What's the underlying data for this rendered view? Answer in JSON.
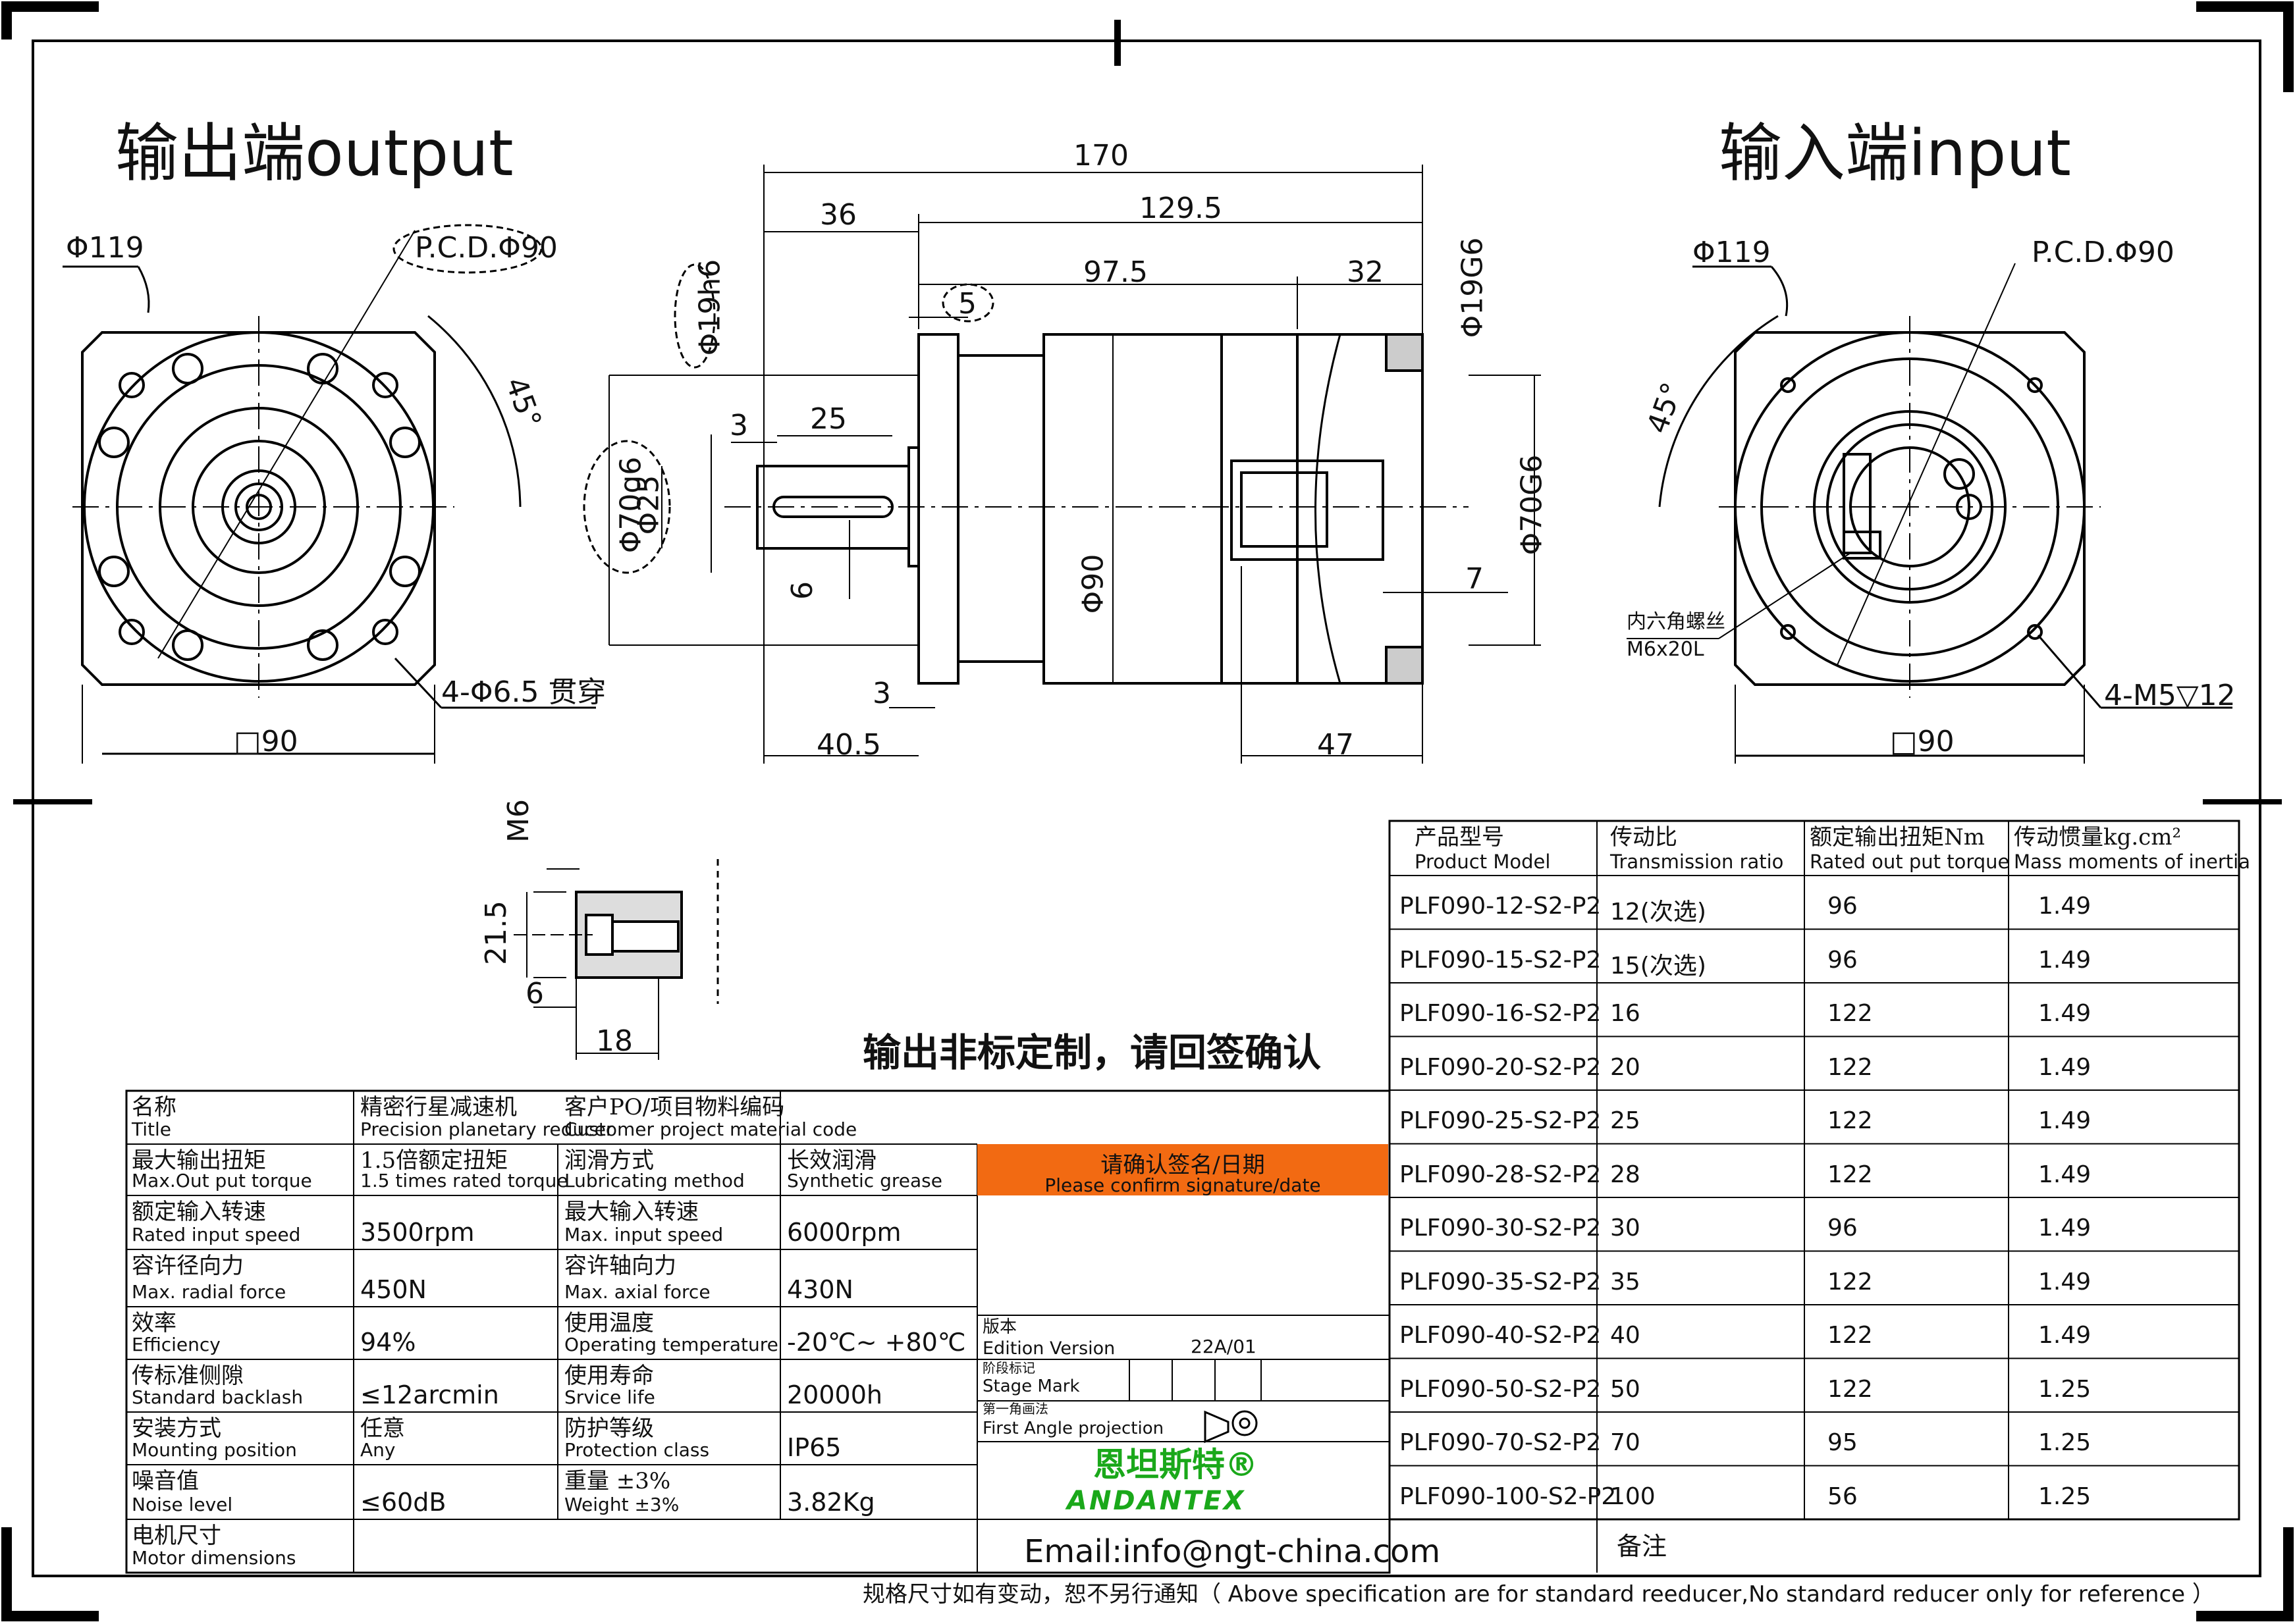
{
  "headings": {
    "output": "输出端output",
    "input": "输入端input",
    "custom_note": "输出非标定制，请回签确认",
    "footer_note": "规格尺寸如有变动，恕不另行通知（ Above specification are for standard reeducer,No standard reducer only for reference ）"
  },
  "dims": {
    "d119_left": "Φ119",
    "pcd_left": "P.C.D.Φ90",
    "angle_left": "45°",
    "holes_left": "4-Φ6.5 贯穿",
    "sq_left": "□90",
    "len_170": "170",
    "len_129_5": "129.5",
    "len_36": "36",
    "len_97_5": "97.5",
    "len_32": "32",
    "len_5": "5",
    "d19h6": "Φ19h6",
    "d19g6": "Φ19G6",
    "d70g6_left": "Φ70g6",
    "d25": "Φ25",
    "d90": "Φ90",
    "d70g6_right": "Φ70G6",
    "len_3_top": "3",
    "len_25": "25",
    "len_6": "6",
    "len_7": "7",
    "len_3_bottom": "3",
    "len_40_5": "40.5",
    "len_47": "47",
    "d119_right": "Φ119",
    "pcd_right": "P.C.D.Φ90",
    "angle_right": "45°",
    "screw_cn": "内六角螺丝",
    "screw_en": "M6x20L",
    "holes_right": "4-M5▽12",
    "sq_right": "□90",
    "m6": "M6",
    "len_21_5": "21.5",
    "len_6_detail": "6",
    "len_18": "18"
  },
  "spec_table": {
    "rows": [
      {
        "zh": "名称",
        "en": "Title",
        "v1_zh": "精密行星减速机",
        "v1_en": "Precision planetary reducer",
        "k2_zh": "客户PO/项目物料编码",
        "k2_en": "Customer project material code",
        "v2": ""
      },
      {
        "zh": "最大输出扭矩",
        "en": "Max.Out put torque",
        "v1_zh": "1.5倍额定扭矩",
        "v1_en": "1.5 times rated torque",
        "k2_zh": "润滑方式",
        "k2_en": "Lubricating method",
        "v2_zh": "长效润滑",
        "v2_en": "Synthetic grease"
      },
      {
        "zh": "额定输入转速",
        "en": "Rated input speed",
        "v1": "3500rpm",
        "k2_zh": "最大输入转速",
        "k2_en": "Max. input speed",
        "v2": "6000rpm"
      },
      {
        "zh": "容许径向力",
        "en": "Max. radial force",
        "v1": "450N",
        "k2_zh": "容许轴向力",
        "k2_en": "Max. axial force",
        "v2": "430N"
      },
      {
        "zh": "效率",
        "en": "Efficiency",
        "v1": "94%",
        "k2_zh": "使用温度",
        "k2_en": "Operating temperature",
        "v2": "-20℃~ +80℃"
      },
      {
        "zh": "传标准侧隙",
        "en": "Standard backlash",
        "v1": "≤12arcmin",
        "k2_zh": "使用寿命",
        "k2_en": "Srvice life",
        "v2": "20000h"
      },
      {
        "zh": "安装方式",
        "en": "Mounting position",
        "v1_zh": "任意",
        "v1_en": "Any",
        "k2_zh": "防护等级",
        "k2_en": "Protection class",
        "v2": "IP65"
      },
      {
        "zh": "噪音值",
        "en": "Noise level",
        "v1": "≤60dB",
        "k2_zh": "重量 ±3%",
        "k2_en": "Weight ±3%",
        "v2": "3.82Kg"
      },
      {
        "zh": "电机尺寸",
        "en": "Motor dimensions"
      }
    ]
  },
  "confirm_box": {
    "zh": "请确认签名/日期",
    "en": "Please confirm signature/date",
    "version_zh": "版本",
    "version_en": "Edition Version",
    "version_value": "22A/01",
    "stage_zh": "阶段标记",
    "stage_en": "Stage Mark",
    "projection_zh": "第一角画法",
    "projection_en": "First Angle projection",
    "brand_cn": "恩坦斯特®",
    "brand_en": "ANDANTEX",
    "email": "Email:info@ngt-china.com",
    "remarks": "备注"
  },
  "model_table": {
    "headers": [
      {
        "zh": "产品型号",
        "en": "Product Model"
      },
      {
        "zh": "传动比",
        "en": "Transmission ratio"
      },
      {
        "zh": "额定输出扭矩Nm",
        "en": "Rated out put torque"
      },
      {
        "zh": "传动惯量kg.cm²",
        "en": "Mass moments of inertia"
      }
    ],
    "rows": [
      {
        "model": "PLF090-12-S2-P2",
        "ratio": "12(次选)",
        "torque": "96",
        "inertia": "1.49"
      },
      {
        "model": "PLF090-15-S2-P2",
        "ratio": "15(次选)",
        "torque": "96",
        "inertia": "1.49"
      },
      {
        "model": "PLF090-16-S2-P2",
        "ratio": "16",
        "torque": "122",
        "inertia": "1.49"
      },
      {
        "model": "PLF090-20-S2-P2",
        "ratio": "20",
        "torque": "122",
        "inertia": "1.49"
      },
      {
        "model": "PLF090-25-S2-P2",
        "ratio": "25",
        "torque": "122",
        "inertia": "1.49"
      },
      {
        "model": "PLF090-28-S2-P2",
        "ratio": "28",
        "torque": "122",
        "inertia": "1.49"
      },
      {
        "model": "PLF090-30-S2-P2",
        "ratio": "30",
        "torque": "96",
        "inertia": "1.49"
      },
      {
        "model": "PLF090-35-S2-P2",
        "ratio": "35",
        "torque": "122",
        "inertia": "1.49"
      },
      {
        "model": "PLF090-40-S2-P2",
        "ratio": "40",
        "torque": "122",
        "inertia": "1.49"
      },
      {
        "model": "PLF090-50-S2-P2",
        "ratio": "50",
        "torque": "122",
        "inertia": "1.25"
      },
      {
        "model": "PLF090-70-S2-P2",
        "ratio": "70",
        "torque": "95",
        "inertia": "1.25"
      },
      {
        "model": "PLF090-100-S2-P2",
        "ratio": "100",
        "torque": "56",
        "inertia": "1.25"
      }
    ]
  }
}
